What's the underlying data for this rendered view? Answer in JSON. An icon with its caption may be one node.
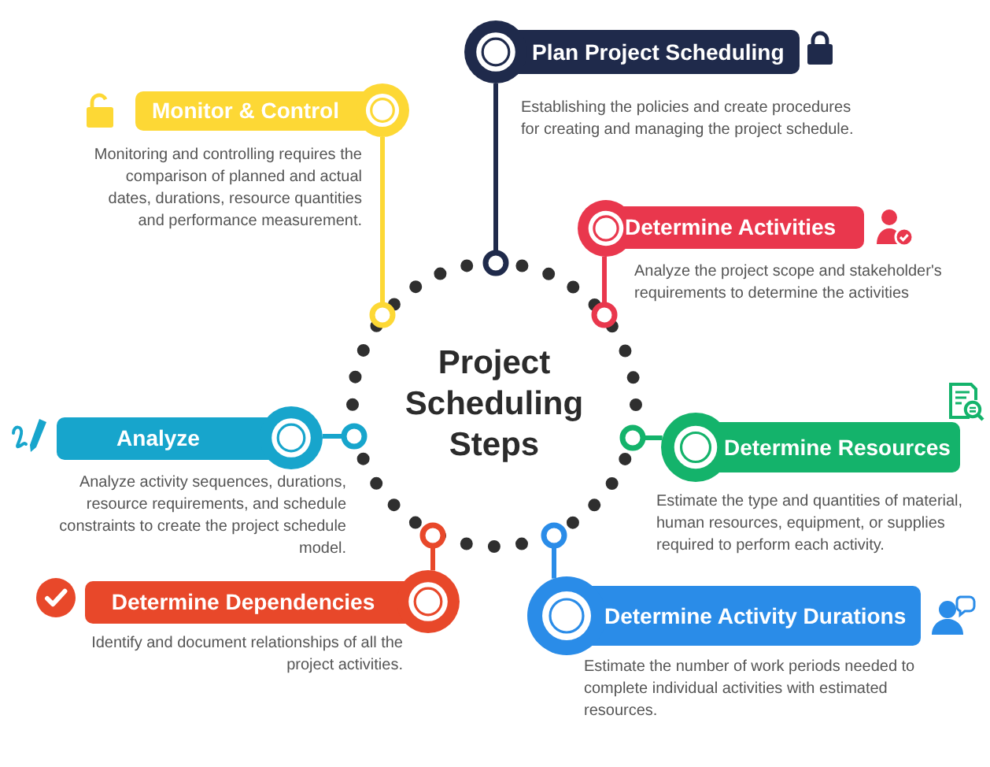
{
  "diagram": {
    "nodes": [
      {
        "text": [
          "Project Scheduling Steps"
        ]
      },
      {
        "text": [
          "Plan Project Scheduling"
        ],
        "beside": [
          "Establishing the policies and create procedures for creating and managing the project schedule."
        ]
      },
      {
        "text": [
          "Determine Activities"
        ],
        "beside": [
          "Analyze the project scope and stakeholder's requirements to determine the activities"
        ]
      },
      {
        "text": [
          "Determine Resources"
        ],
        "beside": [
          "Estimate the type and quantities of material, human resources, equipment, or supplies required to perform each activity."
        ]
      },
      {
        "text": [
          "Determine Activity Durations"
        ],
        "beside": [
          "Estimate the number of work periods needed to complete individual activities with estimated resources."
        ]
      },
      {
        "text": [
          "Determine Dependencies"
        ],
        "beside": [
          "Identify and document relationships of all the project activities."
        ]
      },
      {
        "text": [
          "Analyze"
        ],
        "beside": [
          "Analyze activity sequences, durations, resource requirements, and schedule constraints to create the project schedule model."
        ]
      },
      {
        "text": [
          "Monitor & Control"
        ],
        "beside": [
          "Monitoring and controlling requires the comparison of planned and actual dates, durations, resource quantities and performance measurement."
        ]
      }
    ],
    "edges": [
      {
        "from": 0,
        "to": 1,
        "arrow": "other",
        "color": "#1f2a4b"
      },
      {
        "from": 0,
        "to": 2,
        "arrow": "other",
        "color": "#e9374d"
      },
      {
        "from": 0,
        "to": 3,
        "arrow": "other",
        "color": "#14b36b"
      },
      {
        "from": 0,
        "to": 4,
        "arrow": "other",
        "color": "#2a8ce8"
      },
      {
        "from": 0,
        "to": 5,
        "arrow": "other",
        "color": "#e8482a"
      },
      {
        "from": 0,
        "to": 6,
        "arrow": "other",
        "color": "#17a5cc"
      },
      {
        "from": 0,
        "to": 7,
        "arrow": "other",
        "color": "#fdd835"
      }
    ]
  }
}
